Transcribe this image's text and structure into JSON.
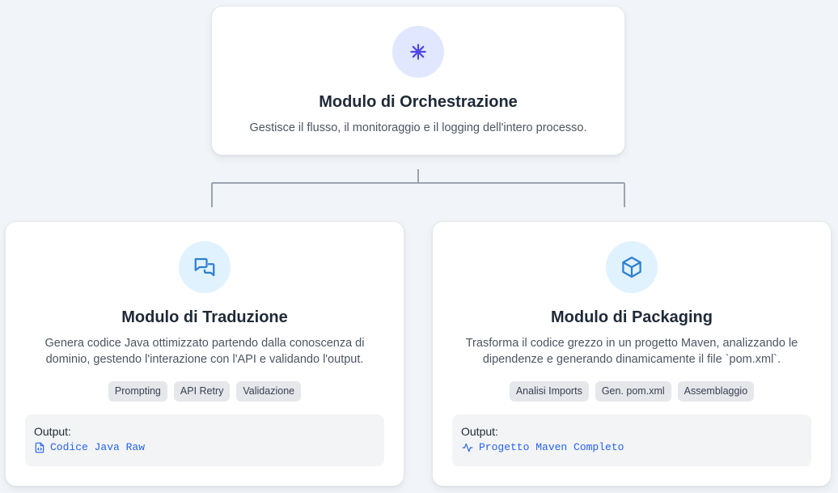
{
  "colors": {
    "accent_indigo": "#4f46e5",
    "accent_blue": "#2563eb",
    "icon_bg_indigo": "#e0e7ff",
    "icon_bg_blue": "#e0f2fe",
    "connector": "#9ca3af"
  },
  "orchestration": {
    "icon": "orchestration-asterisk-icon",
    "title": "Modulo di Orchestrazione",
    "description": "Gestisce il flusso, il monitoraggio e il logging dell'intero processo."
  },
  "translation": {
    "icon": "chat-bubbles-icon",
    "title": "Modulo di Traduzione",
    "description": "Genera codice Java ottimizzato partendo dalla conoscenza di dominio, gestendo l'interazione con l'API e validando l'output.",
    "tags": [
      "Prompting",
      "API Retry",
      "Validazione"
    ],
    "output_label": "Output:",
    "output_icon": "file-code-icon",
    "output_value": "Codice Java Raw"
  },
  "packaging": {
    "icon": "package-box-icon",
    "title": "Modulo di Packaging",
    "description": "Trasforma il codice grezzo in un progetto Maven, analizzando le dipendenze e generando dinamicamente il file `pom.xml`.",
    "tags": [
      "Analisi Imports",
      "Gen. pom.xml",
      "Assemblaggio"
    ],
    "output_label": "Output:",
    "output_icon": "activity-pulse-icon",
    "output_value": "Progetto Maven Completo"
  }
}
